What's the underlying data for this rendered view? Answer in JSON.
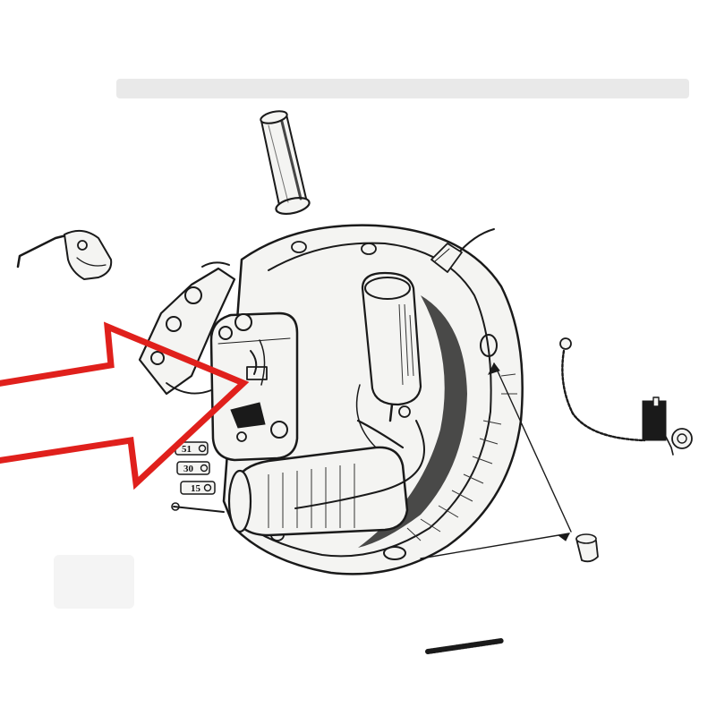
{
  "diagram": {
    "terminal_labels": [
      "51",
      "30",
      "15"
    ],
    "arrow": {
      "color": "#e0201c",
      "points_to": "contact-breaker-points"
    },
    "ink_color": "#1a1a1a",
    "background": "#ffffff"
  }
}
